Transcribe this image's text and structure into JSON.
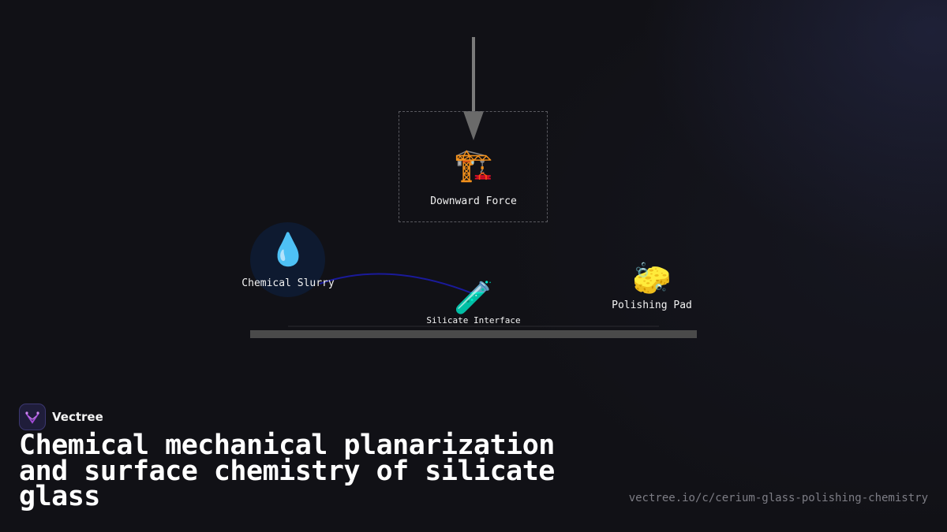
{
  "diagram": {
    "nodes": {
      "force": {
        "label": "Downward Force",
        "icon": "construction-crane-icon",
        "glyph": "🏗️"
      },
      "slurry": {
        "label": "Chemical Slurry",
        "icon": "droplet-icon",
        "glyph": "💧"
      },
      "interface": {
        "label": "Silicate Interface",
        "icon": "test-tube-icon",
        "glyph": "🧪"
      },
      "pad": {
        "label": "Polishing Pad",
        "icon": "sponge-icon",
        "glyph": "🧽"
      }
    },
    "colors": {
      "flow_curve": "#1a1a9a",
      "arrow": "#7a7a7a",
      "base_plate": "#4a4a4a",
      "slurry_circle": "#0e1a30"
    }
  },
  "brand": {
    "name": "Vectree",
    "logo_icon": "vectree-logo-icon"
  },
  "title": "Chemical mechanical planarization and surface chemistry of silicate glass",
  "url": "vectree.io/c/cerium-glass-polishing-chemistry"
}
